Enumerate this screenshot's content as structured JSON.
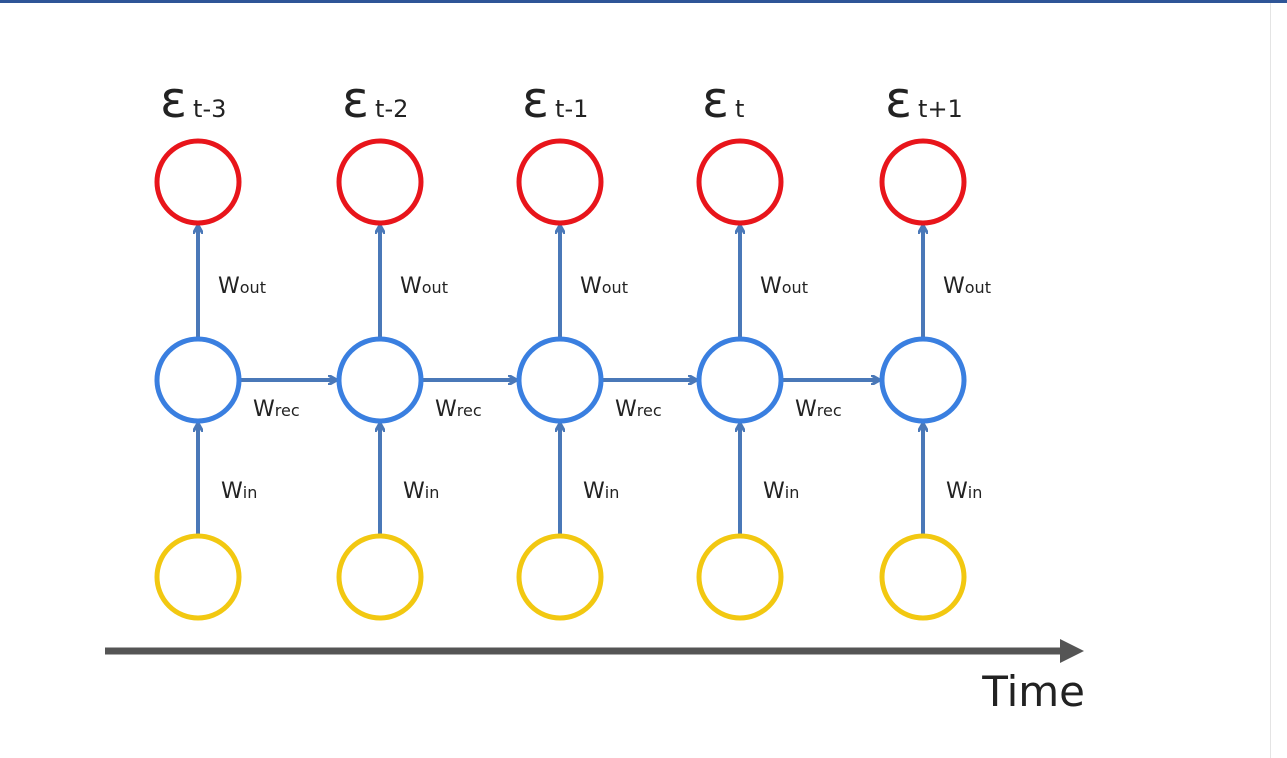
{
  "title": "RNN unrolled through time",
  "steps": [
    {
      "error_symbol": "ε",
      "subscript": "t-3"
    },
    {
      "error_symbol": "ε",
      "subscript": "t-2"
    },
    {
      "error_symbol": "ε",
      "subscript": "t-1"
    },
    {
      "error_symbol": "ε",
      "subscript": "t"
    },
    {
      "error_symbol": "ε",
      "subscript": "t+1"
    }
  ],
  "weights": {
    "out": {
      "main": "W",
      "sub": "out"
    },
    "rec": {
      "main": "W",
      "sub": "rec"
    },
    "in": {
      "main": "W",
      "sub": "in"
    }
  },
  "axis_label": "Time",
  "colors": {
    "output": "#e8151b",
    "hidden": "#3a7fe0",
    "input": "#f2c811",
    "arrow": "#4a78b8",
    "gradient": "#f5c000",
    "axis": "#555555",
    "topbar": "#2f5597"
  }
}
